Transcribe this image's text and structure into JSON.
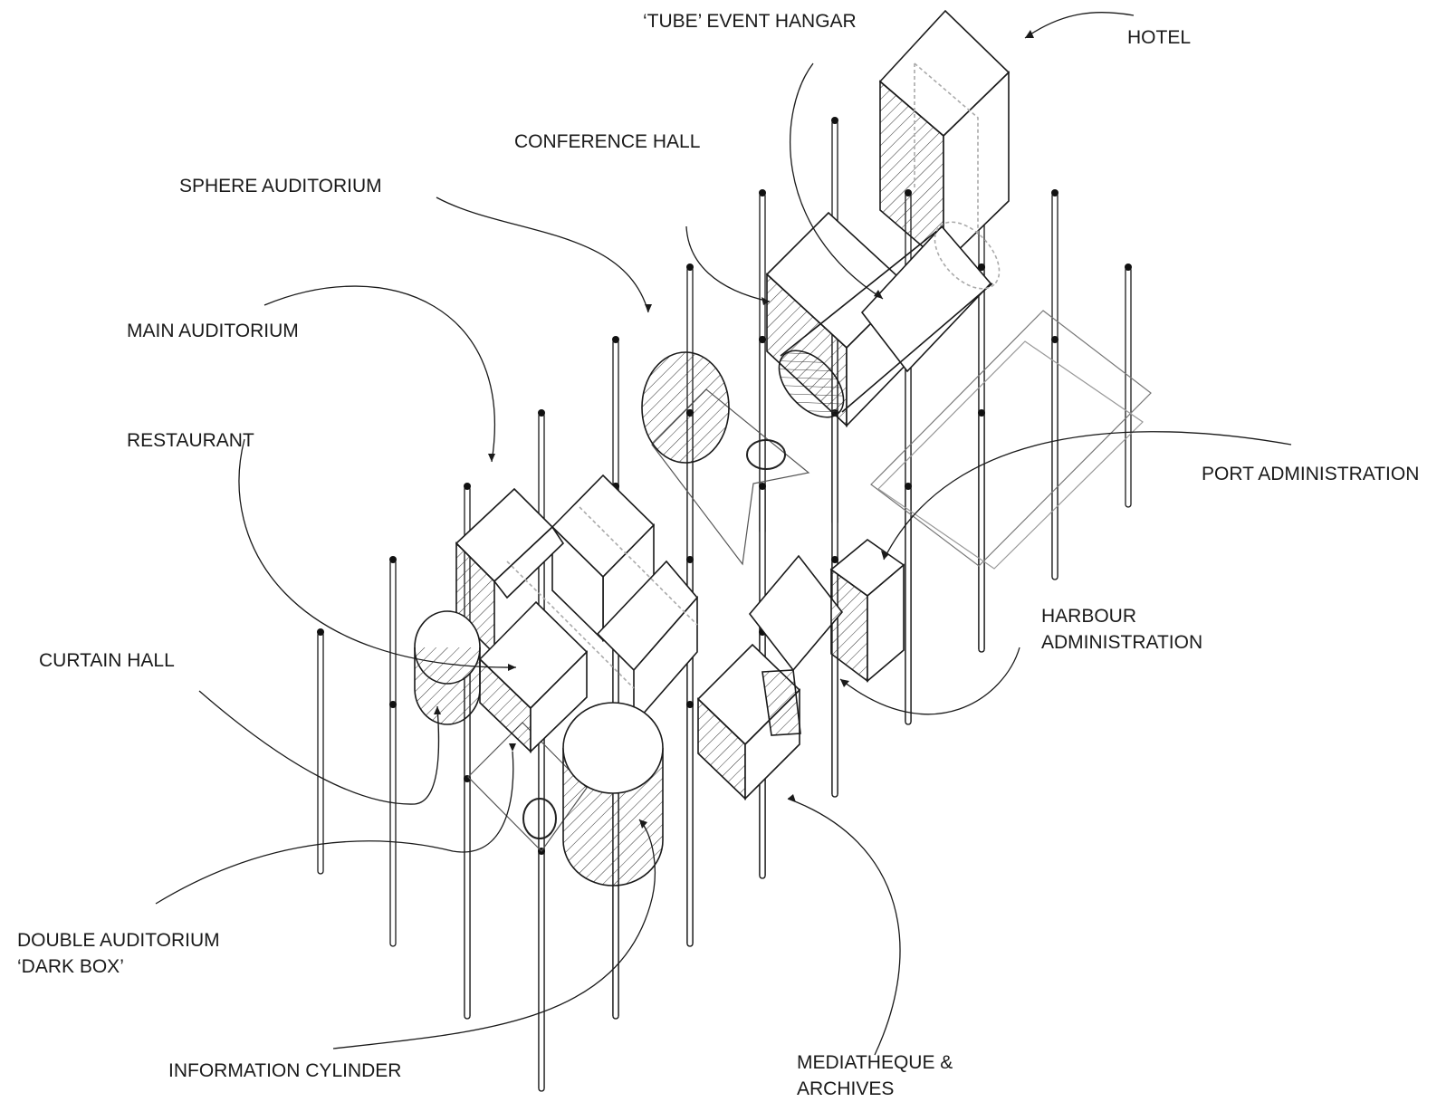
{
  "labels": {
    "tube_event_hangar": "‘TUBE’ EVENT HANGAR",
    "hotel": "HOTEL",
    "conference_hall": "CONFERENCE HALL",
    "sphere_auditorium": "SPHERE AUDITORIUM",
    "main_auditorium": "MAIN AUDITORIUM",
    "restaurant": "RESTAURANT",
    "port_administration": "PORT ADMINISTRATION",
    "harbour_administration_1": "HARBOUR",
    "harbour_administration_2": "ADMINISTRATION",
    "curtain_hall": "CURTAIN HALL",
    "double_auditorium_1": "DOUBLE AUDITORIUM",
    "double_auditorium_2": "‘DARK BOX’",
    "information_cylinder": "INFORMATION CYLINDER",
    "mediatheque_1": "MEDIATHEQUE &",
    "mediatheque_2": "ARCHIVES"
  },
  "colors": {
    "ink": "#1a1a1a",
    "hidden_lines": "#9a9a9a",
    "background": "#ffffff"
  }
}
